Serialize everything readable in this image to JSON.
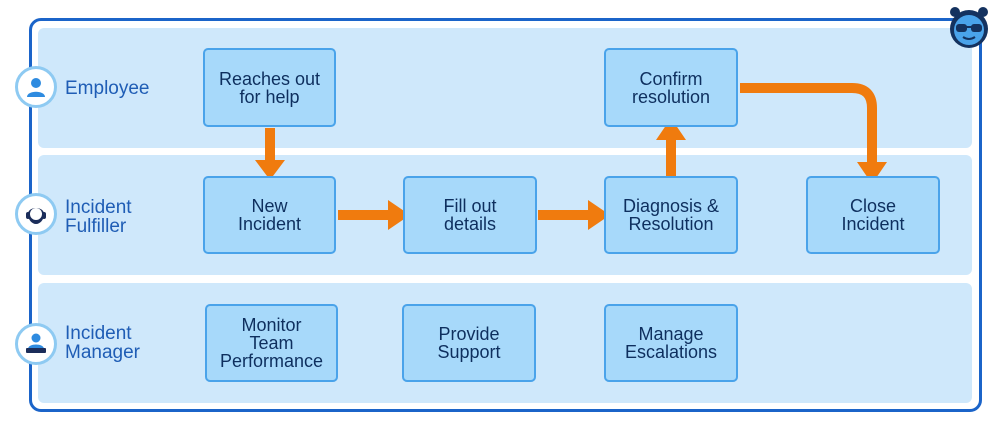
{
  "lanes": [
    {
      "role": "Employee",
      "icon": "person-icon"
    },
    {
      "role": "Incident\nFulfiller",
      "icon": "headset-agent-icon"
    },
    {
      "role": "Incident\nManager",
      "icon": "manager-laptop-icon"
    }
  ],
  "steps": {
    "reach_out": "Reaches out\nfor help",
    "confirm": "Confirm\nresolution",
    "new_incident": "New\nIncident",
    "fill_out": "Fill out\ndetails",
    "diagnosis": "Diagnosis &\nResolution",
    "close": "Close\nIncident",
    "monitor": "Monitor\nTeam\nPerformance",
    "support": "Provide\nSupport",
    "escalations": "Manage\nEscalations"
  },
  "colors": {
    "frame": "#1b64c9",
    "lane": "#cfe8fb",
    "box_fill": "#a7d9fa",
    "box_border": "#4aa3ea",
    "arrow": "#f07b0e",
    "label": "#1f5db5"
  }
}
